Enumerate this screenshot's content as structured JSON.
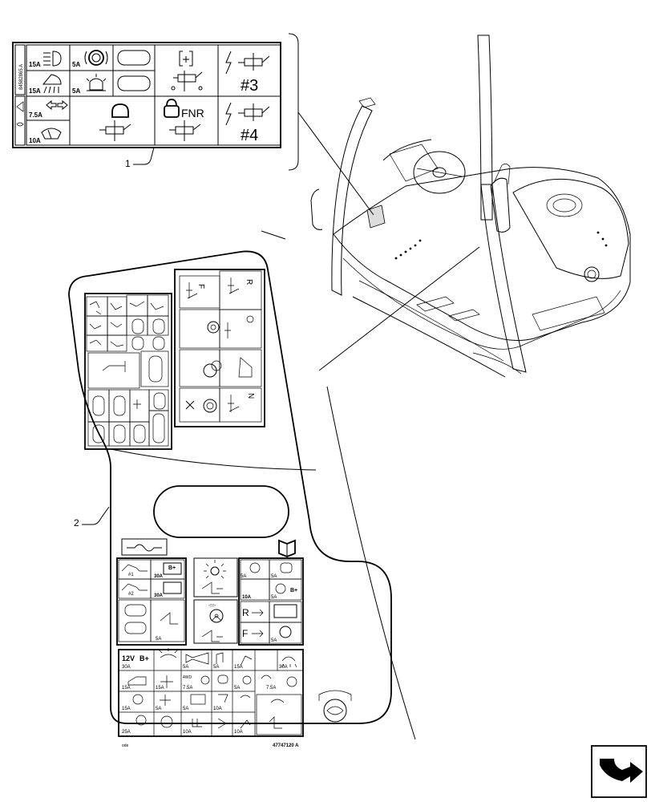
{
  "callouts": [
    "1",
    "2"
  ],
  "top_panel": {
    "doc_code": "84582865 A",
    "fuses": [
      "15A",
      "15A",
      "5A",
      "5A",
      "7.5A",
      "10A"
    ],
    "relays": [
      "FNR",
      "#3",
      "#4"
    ]
  },
  "bottom_panel": {
    "part_number": "47747120 A",
    "small_mark": "ode",
    "fuses_a": [
      "#1",
      "#2",
      "30A",
      "30A"
    ],
    "fuses_b": [
      "5A",
      "5A",
      "5A",
      "10A",
      "5A",
      "5A"
    ],
    "relay_labels": [
      "B+",
      "B+",
      "R",
      "F"
    ],
    "grid_row1": [
      "12V",
      "B+",
      "30A",
      "5A",
      "5A",
      "15A",
      "30A"
    ],
    "grid_row2": [
      "15A",
      "15A",
      "7.5A",
      "5A",
      "7.5A"
    ],
    "grid_row3": [
      "15A",
      "5A",
      "5A",
      "10A"
    ],
    "grid_row4": [
      "25A",
      "10A",
      "10A"
    ],
    "fnr_label": "4WD",
    "knob_marks": "◁ ▷"
  },
  "upper_left_block": {
    "letters": [
      "R",
      "F",
      "N"
    ]
  },
  "icons": [
    "headlight-icon",
    "work-light-icon",
    "brake-icon",
    "beacon-icon",
    "indicator-icon",
    "wiper-icon",
    "horn-icon",
    "steering-wheel-icon",
    "book-icon",
    "fan-icon",
    "lock-icon",
    "lightning-icon",
    "relay-icon",
    "seat-icon",
    "continue-arrow-icon"
  ]
}
